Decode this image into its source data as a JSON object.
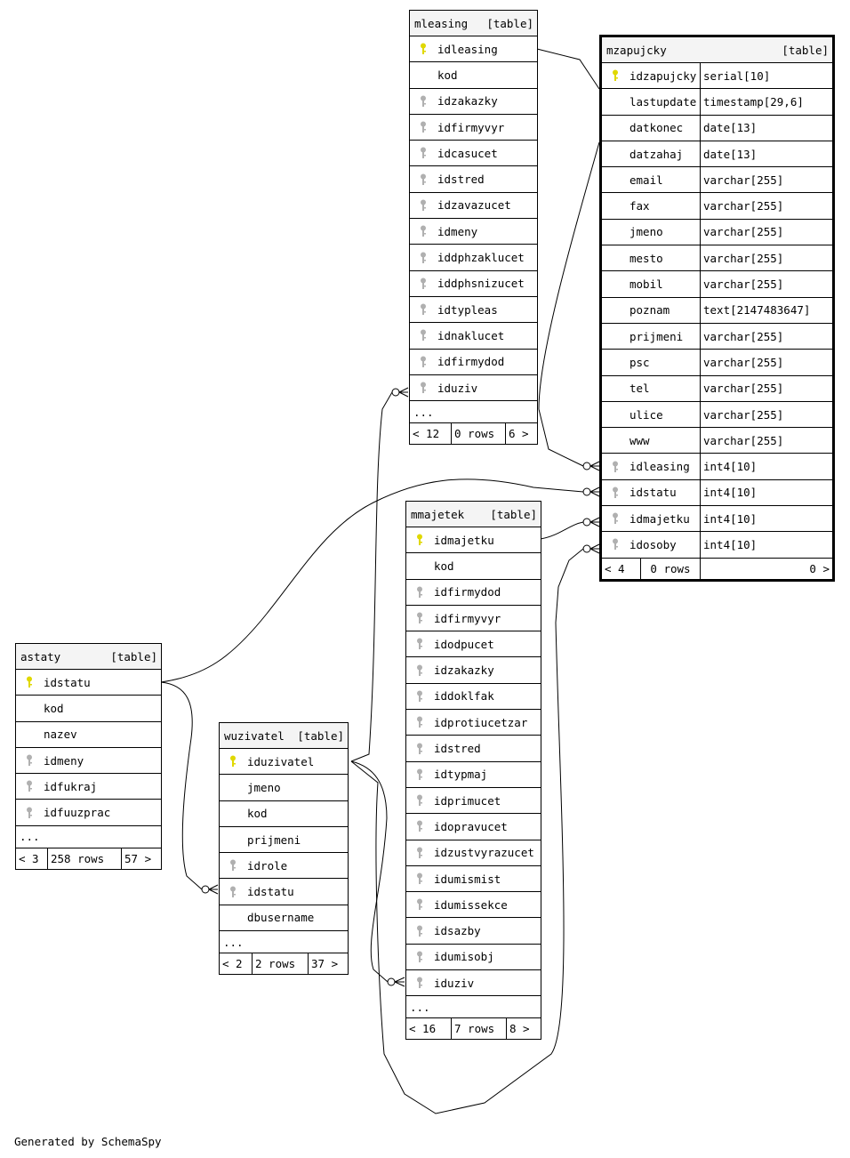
{
  "colors": {
    "pk_key": "#e0d800",
    "fk_key": "#b0b0b0"
  },
  "tables": [
    {
      "id": "mleasing",
      "name": "mleasing",
      "kind": "[table]",
      "columns": [
        {
          "name": "idleasing",
          "key": "pk"
        },
        {
          "name": "kod",
          "key": ""
        },
        {
          "name": "idzakazky",
          "key": "fk"
        },
        {
          "name": "idfirmyvyr",
          "key": "fk"
        },
        {
          "name": "idcasucet",
          "key": "fk"
        },
        {
          "name": "idstred",
          "key": "fk"
        },
        {
          "name": "idzavazucet",
          "key": "fk"
        },
        {
          "name": "idmeny",
          "key": "fk"
        },
        {
          "name": "iddphzaklucet",
          "key": "fk"
        },
        {
          "name": "iddphsnizucet",
          "key": "fk"
        },
        {
          "name": "idtypleas",
          "key": "fk"
        },
        {
          "name": "idnaklucet",
          "key": "fk"
        },
        {
          "name": "idfirmydod",
          "key": "fk"
        },
        {
          "name": "iduziv",
          "key": "fk"
        }
      ],
      "more": "...",
      "footer": [
        "< 12",
        "0 rows",
        "6 >"
      ]
    },
    {
      "id": "mzapujcky",
      "name": "mzapujcky",
      "kind": "[table]",
      "columns": [
        {
          "name": "idzapujcky",
          "type": "serial[10]",
          "key": "pk"
        },
        {
          "name": "lastupdate",
          "type": "timestamp[29,6]",
          "key": ""
        },
        {
          "name": "datkonec",
          "type": "date[13]",
          "key": ""
        },
        {
          "name": "datzahaj",
          "type": "date[13]",
          "key": ""
        },
        {
          "name": "email",
          "type": "varchar[255]",
          "key": ""
        },
        {
          "name": "fax",
          "type": "varchar[255]",
          "key": ""
        },
        {
          "name": "jmeno",
          "type": "varchar[255]",
          "key": ""
        },
        {
          "name": "mesto",
          "type": "varchar[255]",
          "key": ""
        },
        {
          "name": "mobil",
          "type": "varchar[255]",
          "key": ""
        },
        {
          "name": "poznam",
          "type": "text[2147483647]",
          "key": ""
        },
        {
          "name": "prijmeni",
          "type": "varchar[255]",
          "key": ""
        },
        {
          "name": "psc",
          "type": "varchar[255]",
          "key": ""
        },
        {
          "name": "tel",
          "type": "varchar[255]",
          "key": ""
        },
        {
          "name": "ulice",
          "type": "varchar[255]",
          "key": ""
        },
        {
          "name": "www",
          "type": "varchar[255]",
          "key": ""
        },
        {
          "name": "idleasing",
          "type": "int4[10]",
          "key": "fk"
        },
        {
          "name": "idstatu",
          "type": "int4[10]",
          "key": "fk"
        },
        {
          "name": "idmajetku",
          "type": "int4[10]",
          "key": "fk"
        },
        {
          "name": "idosoby",
          "type": "int4[10]",
          "key": "fk"
        }
      ],
      "footer": [
        "< 4",
        "0 rows",
        "0 >"
      ]
    },
    {
      "id": "mmajetek",
      "name": "mmajetek",
      "kind": "[table]",
      "columns": [
        {
          "name": "idmajetku",
          "key": "pk"
        },
        {
          "name": "kod",
          "key": ""
        },
        {
          "name": "idfirmydod",
          "key": "fk"
        },
        {
          "name": "idfirmyvyr",
          "key": "fk"
        },
        {
          "name": "idodpucet",
          "key": "fk"
        },
        {
          "name": "idzakazky",
          "key": "fk"
        },
        {
          "name": "iddoklfak",
          "key": "fk"
        },
        {
          "name": "idprotiucetzar",
          "key": "fk"
        },
        {
          "name": "idstred",
          "key": "fk"
        },
        {
          "name": "idtypmaj",
          "key": "fk"
        },
        {
          "name": "idprimucet",
          "key": "fk"
        },
        {
          "name": "idopravucet",
          "key": "fk"
        },
        {
          "name": "idzustvyrazucet",
          "key": "fk"
        },
        {
          "name": "idumismist",
          "key": "fk"
        },
        {
          "name": "idumissekce",
          "key": "fk"
        },
        {
          "name": "idsazby",
          "key": "fk"
        },
        {
          "name": "idumisobj",
          "key": "fk"
        },
        {
          "name": "iduziv",
          "key": "fk"
        }
      ],
      "more": "...",
      "footer": [
        "< 16",
        "7 rows",
        "8 >"
      ]
    },
    {
      "id": "astaty",
      "name": "astaty",
      "kind": "[table]",
      "columns": [
        {
          "name": "idstatu",
          "key": "pk"
        },
        {
          "name": "kod",
          "key": ""
        },
        {
          "name": "nazev",
          "key": ""
        },
        {
          "name": "idmeny",
          "key": "fk"
        },
        {
          "name": "idfukraj",
          "key": "fk"
        },
        {
          "name": "idfuuzprac",
          "key": "fk"
        }
      ],
      "more": "...",
      "footer": [
        "< 3",
        "258 rows",
        "57 >"
      ]
    },
    {
      "id": "wuzivatel",
      "name": "wuzivatel",
      "kind": "[table]",
      "columns": [
        {
          "name": "iduzivatel",
          "key": "pk"
        },
        {
          "name": "jmeno",
          "key": ""
        },
        {
          "name": "kod",
          "key": ""
        },
        {
          "name": "prijmeni",
          "key": ""
        },
        {
          "name": "idrole",
          "key": "fk"
        },
        {
          "name": "idstatu",
          "key": "fk"
        },
        {
          "name": "dbusername",
          "key": ""
        }
      ],
      "more": "...",
      "footer": [
        "< 2",
        "2 rows",
        "37 >"
      ]
    }
  ],
  "generated_by": "Generated by SchemaSpy"
}
